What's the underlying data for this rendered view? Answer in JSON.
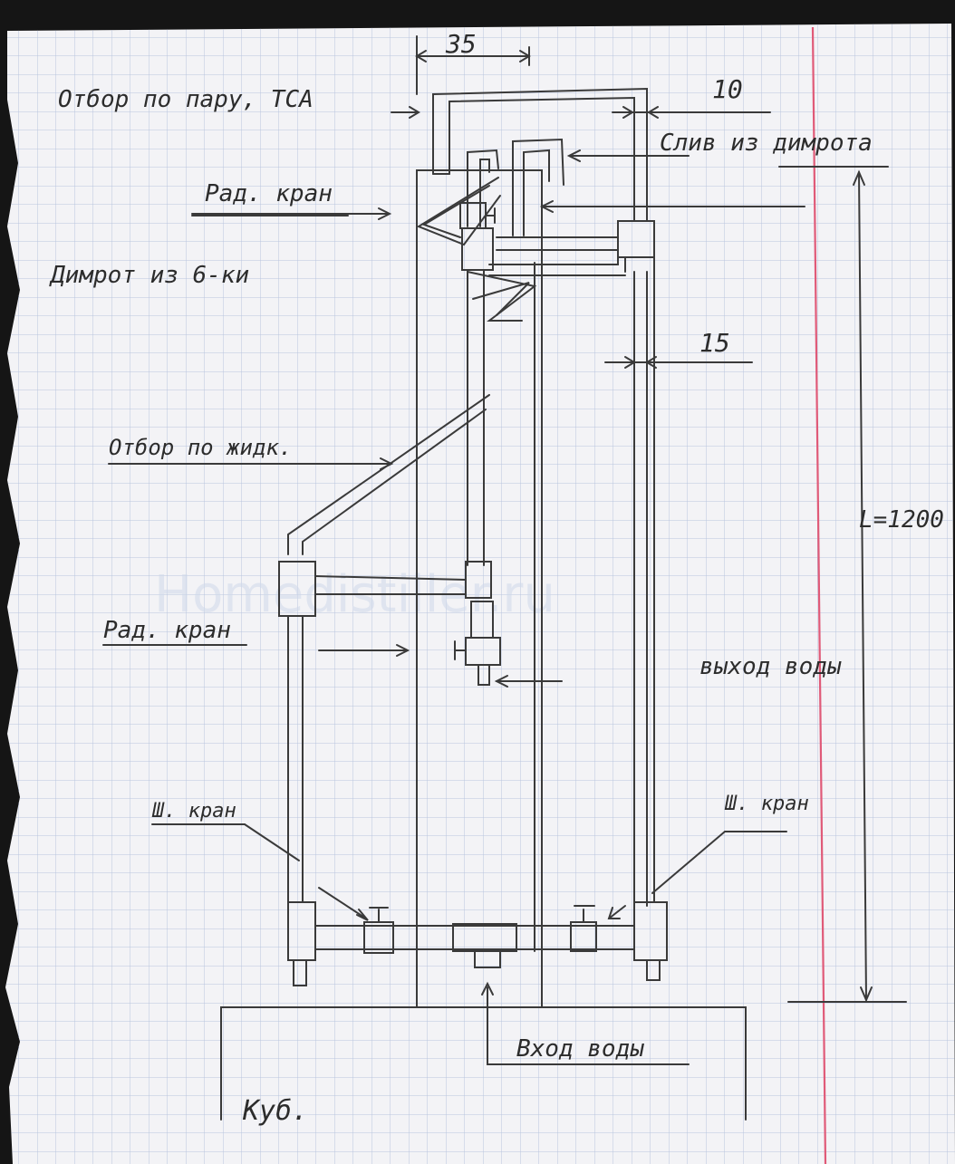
{
  "labels": {
    "vapor_takeoff": "Отбор по пару, ТСА",
    "dim_35": "35",
    "dim_10": "10",
    "dimroth_drain": "Слив из димрота",
    "needle_valve_top": "Рад. кран",
    "dimroth_from_6": "Димрот из 6-ки",
    "dim_15": "15",
    "liquid_takeoff": "Отбор по жидк.",
    "length": "L=1200",
    "needle_valve_bottom": "Рад. кран",
    "water_out": "выход воды",
    "ball_valve_left": "Ш. кран",
    "ball_valve_right": "Ш. кран",
    "water_in": "Вход воды",
    "boiler": "Куб."
  },
  "watermark": "Homedistiller.ru",
  "colors": {
    "paper": "#f3f3f6",
    "grid": "#b8c4de",
    "pencil": "#3a3a3a",
    "margin": "#e05a78"
  }
}
